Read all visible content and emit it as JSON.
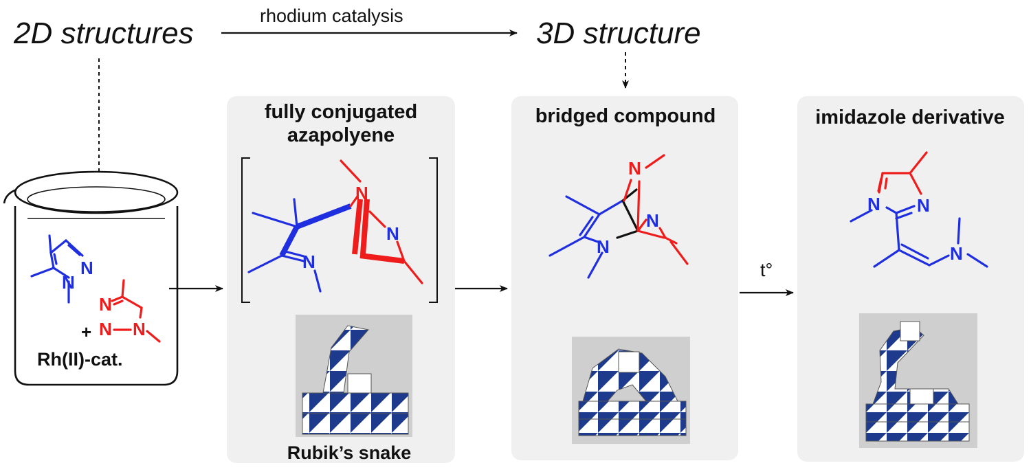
{
  "headers": {
    "left": "2D structures",
    "right": "3D structure",
    "arrow_label": "rhodium catalysis"
  },
  "beaker": {
    "plus": "+",
    "catalyst": "Rh(II)-cat."
  },
  "panels": [
    {
      "title_line1": "fully conjugated",
      "title_line2": "azapolyene",
      "caption": "Rubik’s snake",
      "photo": "rubiks-snake-photo"
    },
    {
      "title_line1": "bridged compound",
      "caption": "",
      "photo": "rubiks-snake-bridged-photo"
    },
    {
      "title_line1": "imidazole derivative",
      "caption": "",
      "photo": "rubiks-snake-imidazole-photo"
    }
  ],
  "arrows": {
    "heat_label": "t°"
  },
  "atoms": {
    "N": "N"
  },
  "colors": {
    "blue": "#1f2fe0",
    "red": "#ef1c1c",
    "panel": "#f0f0f0",
    "snake_blue": "#1d3a8c"
  }
}
